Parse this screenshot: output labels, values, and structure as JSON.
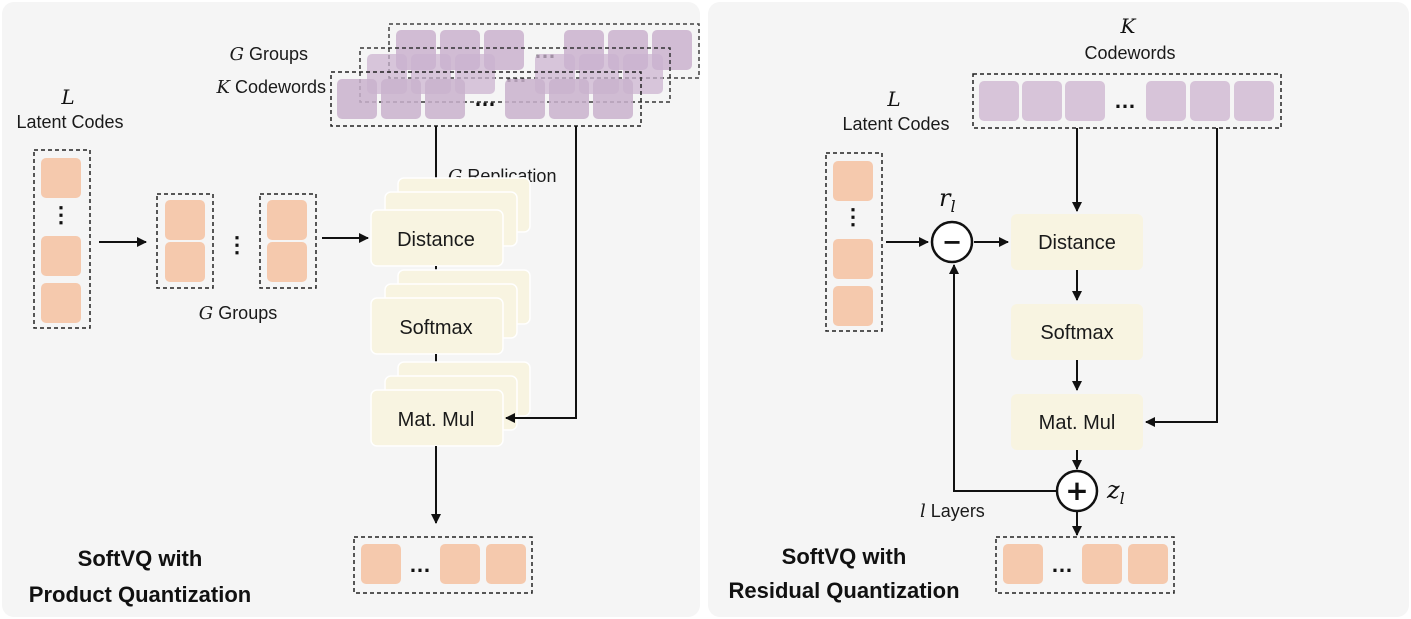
{
  "left_panel": {
    "title_line1": "SoftVQ with",
    "title_line2": "Product Quantization",
    "latent_symbol": "L",
    "latent_label": "Latent Codes",
    "groups_symbol": "G",
    "groups_label": "Groups",
    "codewords_symbol": "K",
    "codewords_label": "Codewords",
    "replication_symbol": "G",
    "replication_label": "Replication",
    "bottom_groups_symbol": "G",
    "bottom_groups_label": "Groups",
    "distance_label": "Distance",
    "softmax_label": "Softmax",
    "matmul_label": "Mat. Mul"
  },
  "right_panel": {
    "title_line1": "SoftVQ with",
    "title_line2": "Residual Quantization",
    "latent_symbol": "L",
    "latent_label": "Latent Codes",
    "codewords_symbol": "K",
    "codewords_label": "Codewords",
    "residual_symbol": "r",
    "residual_sub": "l",
    "output_symbol": "z",
    "output_sub": "l",
    "layers_symbol": "l",
    "layers_label": "Layers",
    "distance_label": "Distance",
    "softmax_label": "Softmax",
    "matmul_label": "Mat. Mul",
    "minus_sign": "−",
    "plus_sign": "+"
  },
  "ellipsis": "…",
  "vdots": "⋮",
  "colors": {
    "panel_bg": "#f5f5f5",
    "latent_fill": "#f5c9ad",
    "codeword_fill": "#d7c4d9",
    "op_box_fill": "#f8f4e1"
  }
}
